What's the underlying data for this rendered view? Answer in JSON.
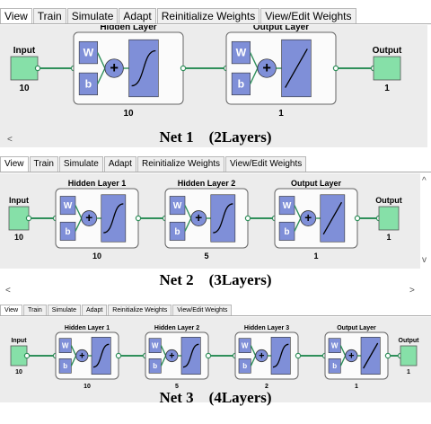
{
  "tabs": [
    "View",
    "Train",
    "Simulate",
    "Adapt",
    "Reinitialize Weights",
    "View/Edit Weights"
  ],
  "nets": [
    {
      "caption": "Net 1    (2Layers)",
      "input_label": "Input",
      "input_size": "10",
      "output_label": "Output",
      "output_size": "1",
      "layers": [
        {
          "title": "Hidden Layer",
          "neurons": "10",
          "transfer": "sigmoid"
        },
        {
          "title": "Output Layer",
          "neurons": "1",
          "transfer": "linear"
        }
      ]
    },
    {
      "caption": "Net 2    (3Layers)",
      "input_label": "Input",
      "input_size": "10",
      "output_label": "Output",
      "output_size": "1",
      "layers": [
        {
          "title": "Hidden Layer 1",
          "neurons": "10",
          "transfer": "sigmoid"
        },
        {
          "title": "Hidden Layer 2",
          "neurons": "5",
          "transfer": "sigmoid"
        },
        {
          "title": "Output Layer",
          "neurons": "1",
          "transfer": "linear"
        }
      ]
    },
    {
      "caption": "Net 3    (4Layers)",
      "input_label": "Input",
      "input_size": "10",
      "output_label": "Output",
      "output_size": "1",
      "layers": [
        {
          "title": "Hidden Layer 1",
          "neurons": "10",
          "transfer": "sigmoid"
        },
        {
          "title": "Hidden Layer 2",
          "neurons": "5",
          "transfer": "sigmoid"
        },
        {
          "title": "Hidden Layer 3",
          "neurons": "2",
          "transfer": "sigmoid"
        },
        {
          "title": "Output Layer",
          "neurons": "1",
          "transfer": "linear"
        }
      ]
    }
  ],
  "weight_label": "W",
  "bias_label": "b",
  "sum_symbol": "+",
  "scroll_left": "<",
  "scroll_right": ">",
  "scroll_up": "^",
  "scroll_down": "v",
  "colors": {
    "input": "#86e0a8",
    "layer_box": "#7f8fd8",
    "connector": "#2f8f5a",
    "panel": "#ececec"
  }
}
